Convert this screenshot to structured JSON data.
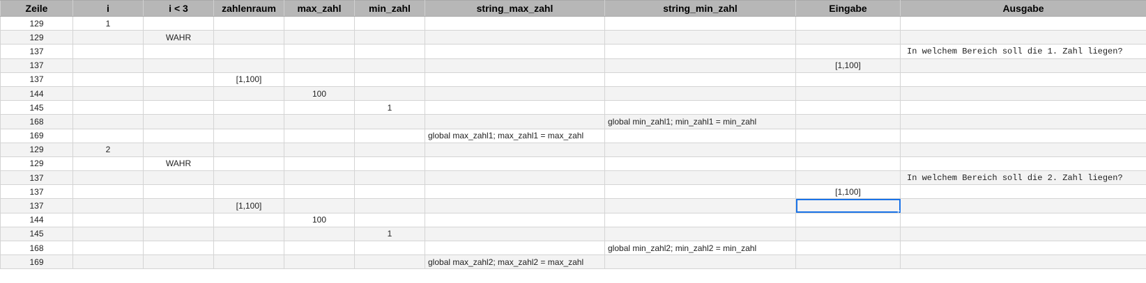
{
  "columns": [
    "Zeile",
    "i",
    "i < 3",
    "zahlenraum",
    "max_zahl",
    "min_zahl",
    "string_max_zahl",
    "string_min_zahl",
    "Eingabe",
    "Ausgabe"
  ],
  "rows": [
    [
      "129",
      "1",
      "",
      "",
      "",
      "",
      "",
      "",
      "",
      ""
    ],
    [
      "129",
      "",
      "WAHR",
      "",
      "",
      "",
      "",
      "",
      "",
      ""
    ],
    [
      "137",
      "",
      "",
      "",
      "",
      "",
      "",
      "",
      "",
      "In welchem Bereich soll die 1. Zahl liegen?"
    ],
    [
      "137",
      "",
      "",
      "",
      "",
      "",
      "",
      "",
      "[1,100]",
      ""
    ],
    [
      "137",
      "",
      "",
      "[1,100]",
      "",
      "",
      "",
      "",
      "",
      ""
    ],
    [
      "144",
      "",
      "",
      "",
      "100",
      "",
      "",
      "",
      "",
      ""
    ],
    [
      "145",
      "",
      "",
      "",
      "",
      "1",
      "",
      "",
      "",
      ""
    ],
    [
      "168",
      "",
      "",
      "",
      "",
      "",
      "",
      "global min_zahl1; min_zahl1 = min_zahl",
      "",
      ""
    ],
    [
      "169",
      "",
      "",
      "",
      "",
      "",
      "global max_zahl1; max_zahl1 = max_zahl",
      "",
      "",
      ""
    ],
    [
      "129",
      "2",
      "",
      "",
      "",
      "",
      "",
      "",
      "",
      ""
    ],
    [
      "129",
      "",
      "WAHR",
      "",
      "",
      "",
      "",
      "",
      "",
      ""
    ],
    [
      "137",
      "",
      "",
      "",
      "",
      "",
      "",
      "",
      "",
      "In welchem Bereich soll die 2. Zahl liegen?"
    ],
    [
      "137",
      "",
      "",
      "",
      "",
      "",
      "",
      "",
      "[1,100]",
      ""
    ],
    [
      "137",
      "",
      "",
      "[1,100]",
      "",
      "",
      "",
      "",
      "",
      ""
    ],
    [
      "144",
      "",
      "",
      "",
      "100",
      "",
      "",
      "",
      "",
      ""
    ],
    [
      "145",
      "",
      "",
      "",
      "",
      "1",
      "",
      "",
      "",
      ""
    ],
    [
      "168",
      "",
      "",
      "",
      "",
      "",
      "",
      "global min_zahl2; min_zahl2 = min_zahl",
      "",
      ""
    ],
    [
      "169",
      "",
      "",
      "",
      "",
      "",
      "global max_zahl2; max_zahl2 = max_zahl",
      "",
      "",
      ""
    ]
  ],
  "selection": {
    "row": 13,
    "col": 8
  },
  "colors": {
    "header_bg": "#b7b7b7",
    "stripe_bg": "#f3f3f3",
    "selection": "#1a73e8",
    "grid_line": "#d4d4d4"
  }
}
